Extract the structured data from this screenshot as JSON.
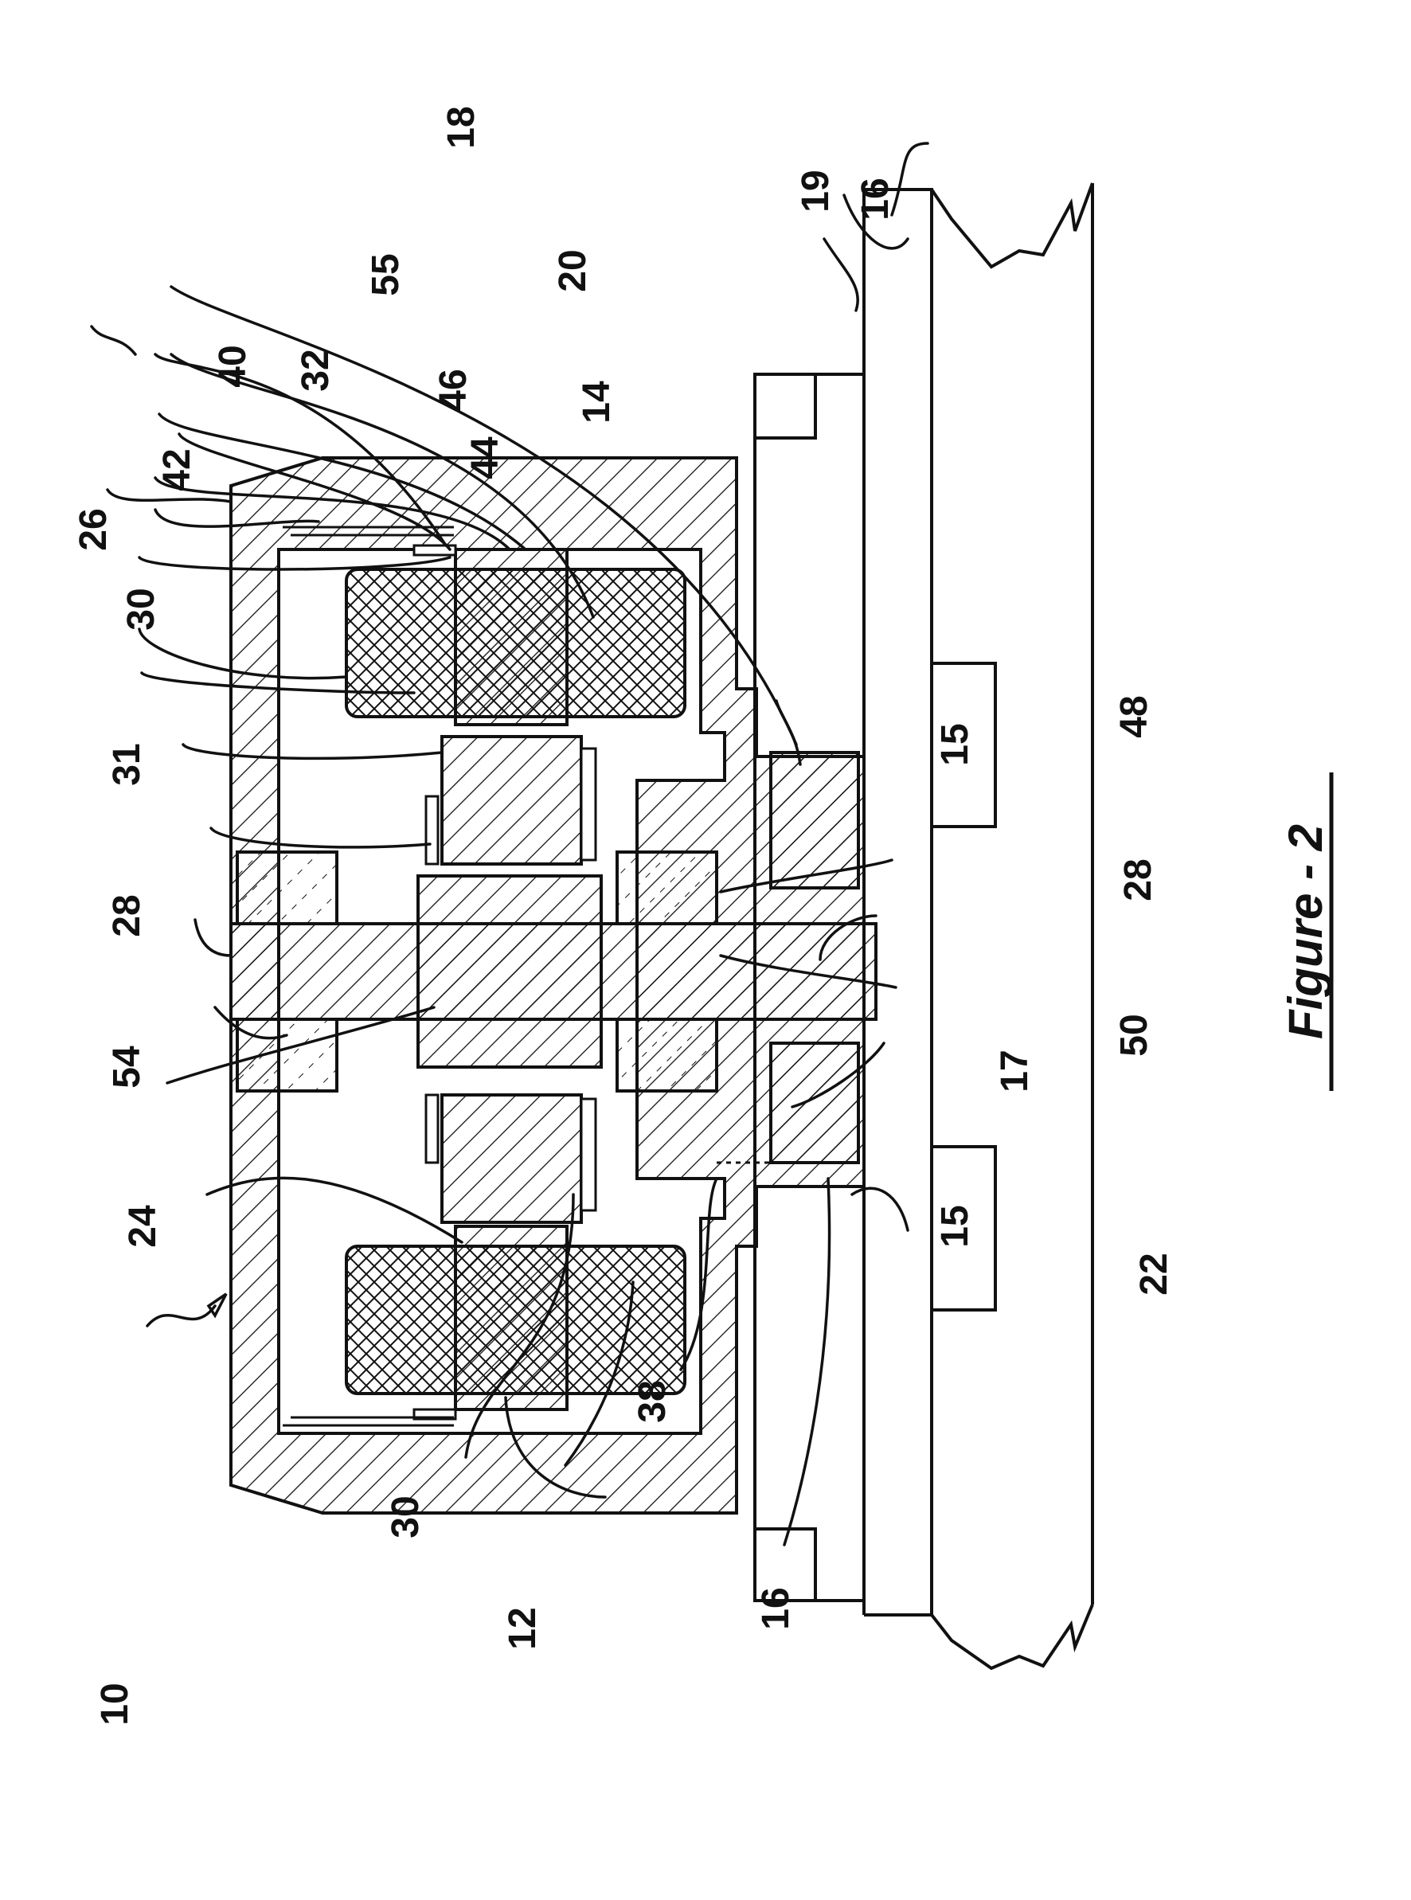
{
  "figure": {
    "caption": "Figure - 2"
  },
  "labels": {
    "n10": "10",
    "n12": "12",
    "n14": "14",
    "n15a": "15",
    "n15b": "15",
    "n16a": "16",
    "n16b": "16",
    "n17": "17",
    "n18": "18",
    "n19": "19",
    "n20": "20",
    "n22": "22",
    "n24": "24",
    "n26": "26",
    "n28a": "28",
    "n28b": "28",
    "n30a": "30",
    "n30b": "30",
    "n31": "31",
    "n32": "32",
    "n38": "38",
    "n40": "40",
    "n42": "42",
    "n44": "44",
    "n46": "46",
    "n48": "48",
    "n50": "50",
    "n54": "54",
    "n55": "55"
  }
}
